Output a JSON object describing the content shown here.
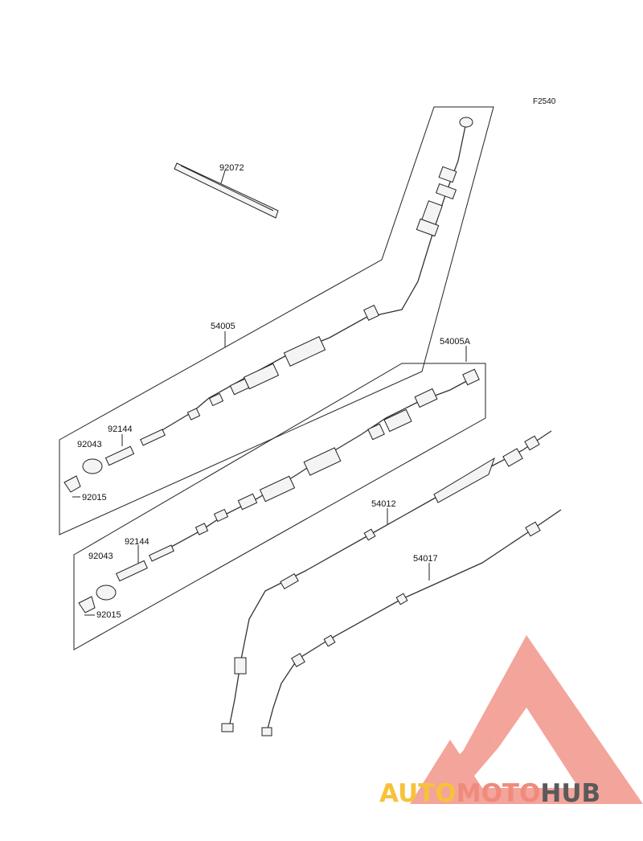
{
  "diagram": {
    "figure_ref": "F2540",
    "labels": {
      "p92072": "92072",
      "p54005": "54005",
      "p54005a": "54005A",
      "p92144_a": "92144",
      "p92043_a": "92043",
      "p92015_a": "92015",
      "p92144_b": "92144",
      "p92043_b": "92043",
      "p92015_b": "92015",
      "p54012": "54012",
      "p54017": "54017"
    }
  },
  "watermark": {
    "part1": "AUTO",
    "part2": "MOTO",
    "part3": "HUB",
    "colors": {
      "auto": "#f7c23a",
      "moto": "#f08a7c",
      "hub": "#5a5a5a",
      "logo": "#f2958a"
    }
  }
}
